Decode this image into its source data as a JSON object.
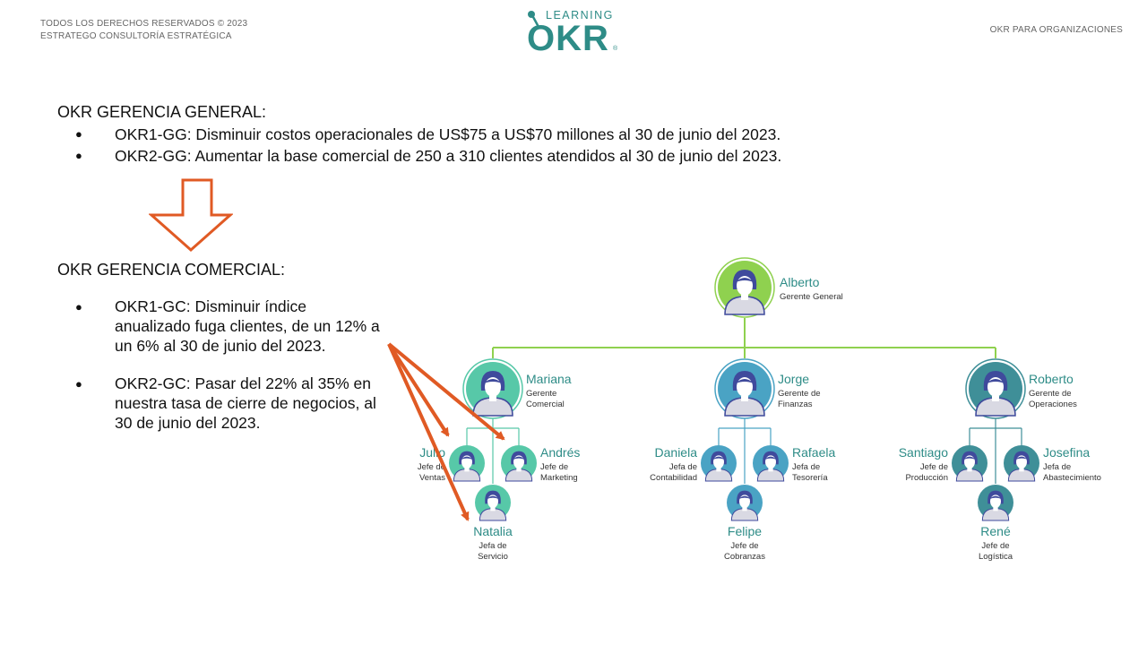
{
  "header": {
    "line1": "TODOS LOS DERECHOS RESERVADOS © 2023",
    "line2": "ESTRATEGO CONSULTORÍA ESTRATÉGICA",
    "right": "OKR PARA ORGANIZACIONES",
    "logo_top": "LEARNING",
    "logo_main": "OKR",
    "logo_mark": "®"
  },
  "gerencia_general": {
    "title": "OKR GERENCIA GENERAL:",
    "items": [
      "OKR1-GG: Disminuir costos operacionales de US$75 a US$70 millones al 30 de junio del 2023.",
      "OKR2-GG: Aumentar la base comercial de 250 a 310 clientes atendidos al 30 de junio del 2023."
    ]
  },
  "gerencia_comercial": {
    "title": "OKR GERENCIA COMERCIAL:",
    "items": [
      "OKR1-GC: Disminuir índice anualizado fuga clientes, de un 12% a un 6% al 30 de junio del 2023.",
      "OKR2-GC: Pasar del 22% al 35% en nuestra tasa de cierre de negocios, al 30 de junio del 2023."
    ]
  },
  "org": {
    "ceo": {
      "name": "Alberto",
      "role": [
        "Gerente General"
      ]
    },
    "managers": [
      {
        "name": "Mariana",
        "role": [
          "Gerente",
          "Comercial"
        ]
      },
      {
        "name": "Jorge",
        "role": [
          "Gerente de",
          "Finanzas"
        ]
      },
      {
        "name": "Roberto",
        "role": [
          "Gerente de",
          "Operaciones"
        ]
      }
    ],
    "staff": [
      {
        "name": "Julio",
        "role": [
          "Jefe de",
          "Ventas"
        ]
      },
      {
        "name": "Andrés",
        "role": [
          "Jefe de",
          "Marketing"
        ]
      },
      {
        "name": "Natalia",
        "role": [
          "Jefa de",
          "Servicio"
        ]
      },
      {
        "name": "Daniela",
        "role": [
          "Jefa de",
          "Contabilidad"
        ]
      },
      {
        "name": "Rafaela",
        "role": [
          "Jefa de",
          "Tesorería"
        ]
      },
      {
        "name": "Felipe",
        "role": [
          "Jefe de",
          "Cobranzas"
        ]
      },
      {
        "name": "Santiago",
        "role": [
          "Jefe de",
          "Producción"
        ]
      },
      {
        "name": "Josefina",
        "role": [
          "Jefa de",
          "Abastecimiento"
        ]
      },
      {
        "name": "René",
        "role": [
          "Jefe de",
          "Logística"
        ]
      }
    ]
  },
  "colors": {
    "accent_arrow": "#e05a24",
    "green": "#8fd14f",
    "teal_commercial": "#57c8a8",
    "blue_finance": "#4aa3c4",
    "teal_operations": "#3f8f98",
    "person": "#3f4a9c",
    "logo": "#2e8c87"
  }
}
